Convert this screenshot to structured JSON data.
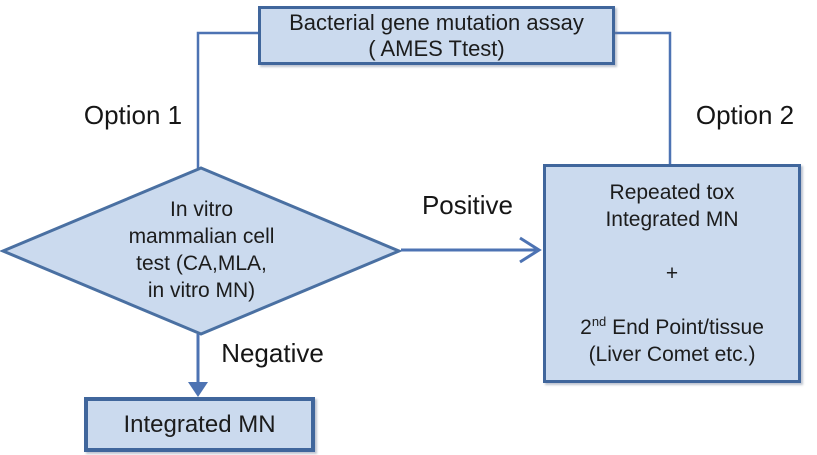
{
  "colors": {
    "box_fill": "#cbdaee",
    "box_border": "#40669c",
    "connector_blue": "#4d73b3",
    "text": "#1c1c1c",
    "background": "#ffffff"
  },
  "nodes": {
    "ames_box": {
      "line1": "Bacterial gene mutation assay",
      "line2": "( AMES Ttest)"
    },
    "decision_diamond": {
      "line1": "In vitro",
      "line2": "mammalian cell",
      "line3": "test (CA,MLA,",
      "line4": "in vitro MN)"
    },
    "repeated_tox_box": {
      "line1": "Repeated tox",
      "line2": "Integrated MN",
      "plus": "+",
      "line3_base": "2",
      "line3_sup": "nd",
      "line3_rest": " End Point/tissue",
      "line4": "(Liver Comet etc.)"
    },
    "integrated_mn_box": {
      "label": "Integrated MN"
    }
  },
  "labels": {
    "option1": "Option 1",
    "option2": "Option 2",
    "positive": "Positive",
    "negative": "Negative"
  }
}
